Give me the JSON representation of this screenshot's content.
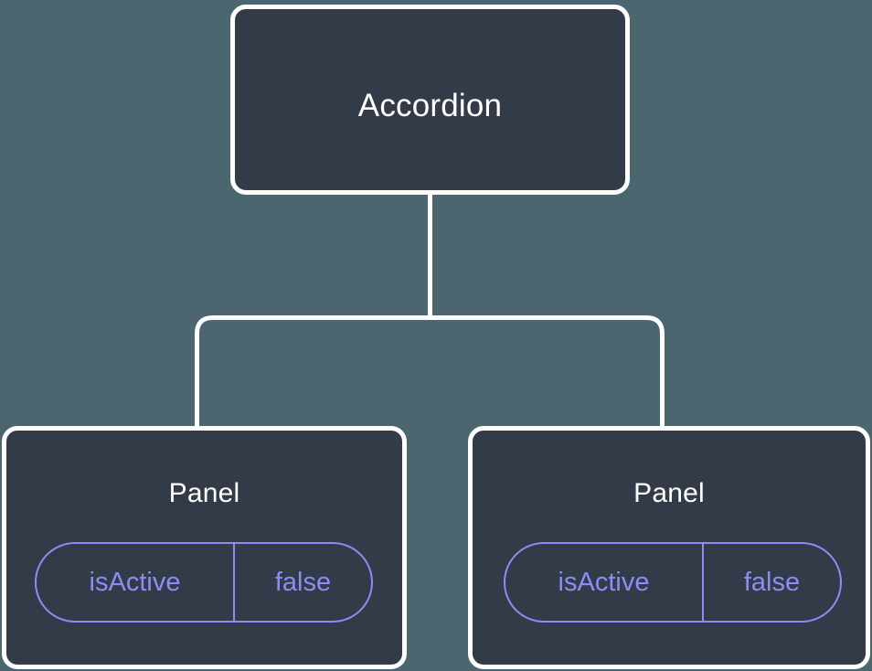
{
  "diagram": {
    "type": "component-tree",
    "background_color": "#4c6670",
    "node_fill_color": "#343b48",
    "node_border_color": "#ffffff",
    "edge_color": "#ffffff",
    "accent_color": "#8a8ef2",
    "title_color": "#ffffff",
    "root": {
      "label": "Accordion"
    },
    "children": [
      {
        "label": "Panel",
        "state": {
          "key": "isActive",
          "value": "false"
        }
      },
      {
        "label": "Panel",
        "state": {
          "key": "isActive",
          "value": "false"
        }
      }
    ]
  }
}
